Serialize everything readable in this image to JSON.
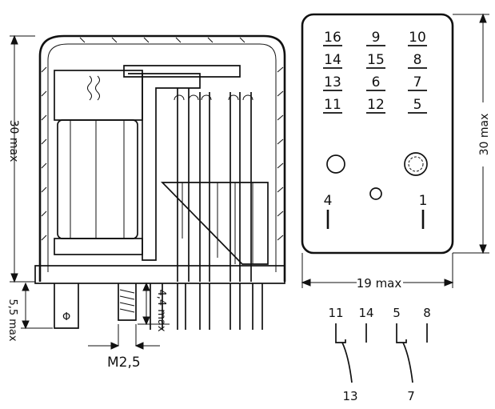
{
  "side_view": {
    "height_dim": "30 max",
    "pin_length_dim": "5,5 max",
    "pin_gap_dim": "4,4 max",
    "thread_label": "M2,5",
    "ground_symbol": "Φ"
  },
  "top_view": {
    "width_dim": "19 max",
    "height_dim": "30 max",
    "contact_grid": [
      [
        "16",
        "9",
        "10"
      ],
      [
        "14",
        "15",
        "8"
      ],
      [
        "13",
        "6",
        "7"
      ],
      [
        "11",
        "12",
        "5"
      ]
    ],
    "coil_pins": [
      "4",
      "1"
    ]
  },
  "schematic": {
    "top_labels": [
      "11",
      "14",
      "5",
      "8"
    ],
    "bottom_labels": [
      "13",
      "7"
    ]
  }
}
